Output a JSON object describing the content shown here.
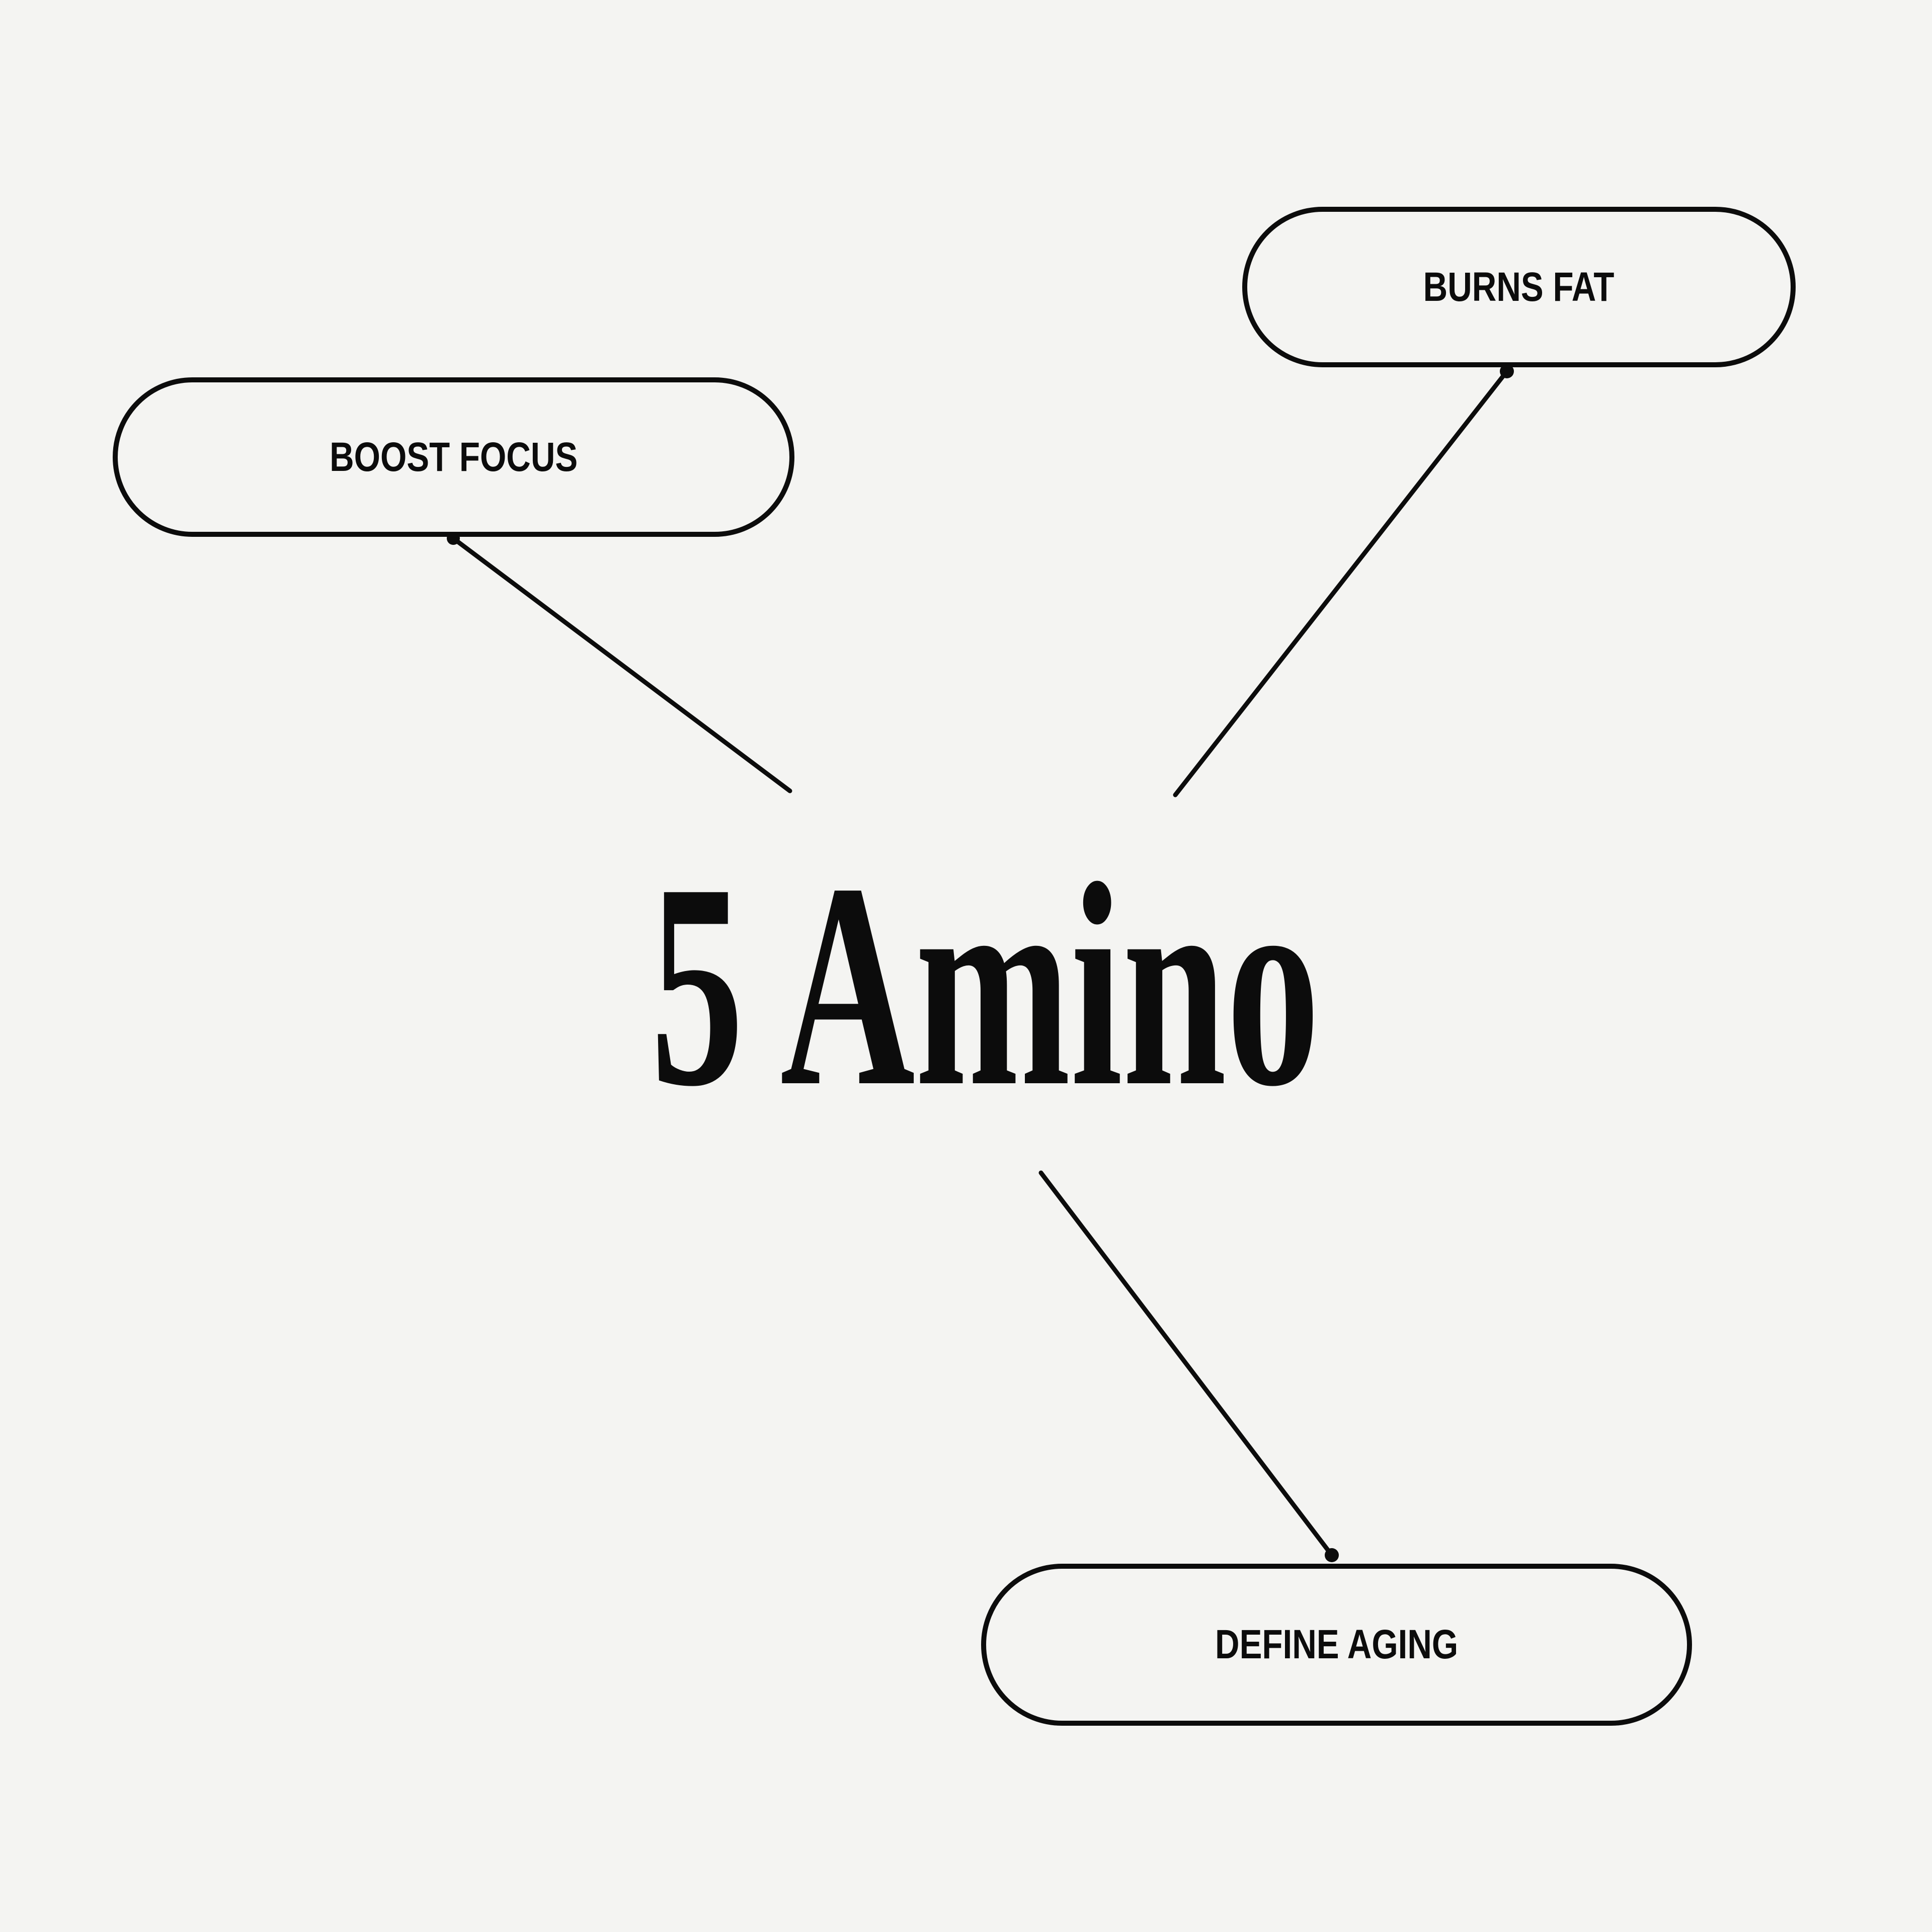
{
  "page": {
    "background_color": "#f4f4f2",
    "ink_color": "#0c0c0c"
  },
  "title": {
    "text": "5 Amino"
  },
  "nodes": [
    {
      "id": "burns-fat",
      "label": "BURNS FAT"
    },
    {
      "id": "boost-focus",
      "label": "BOOST FOCUS"
    },
    {
      "id": "define-aging",
      "label": "DEFINE AGING"
    }
  ]
}
